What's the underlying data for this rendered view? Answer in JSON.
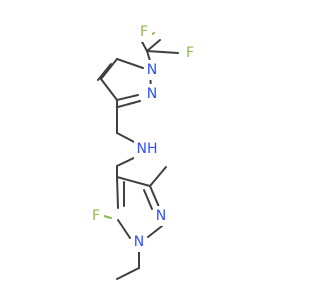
{
  "molecule": {
    "atoms": {
      "f_top_left": "F",
      "f_top_right": "F",
      "n1_top": "N",
      "n2_top": "N",
      "nh": "NH",
      "n2_bottom": "N",
      "n1_bottom": "N",
      "f_bottom": "F"
    },
    "colors": {
      "bond": "#404040",
      "nitrogen": "#3050F8",
      "fluorine": "#8FB84A"
    }
  }
}
